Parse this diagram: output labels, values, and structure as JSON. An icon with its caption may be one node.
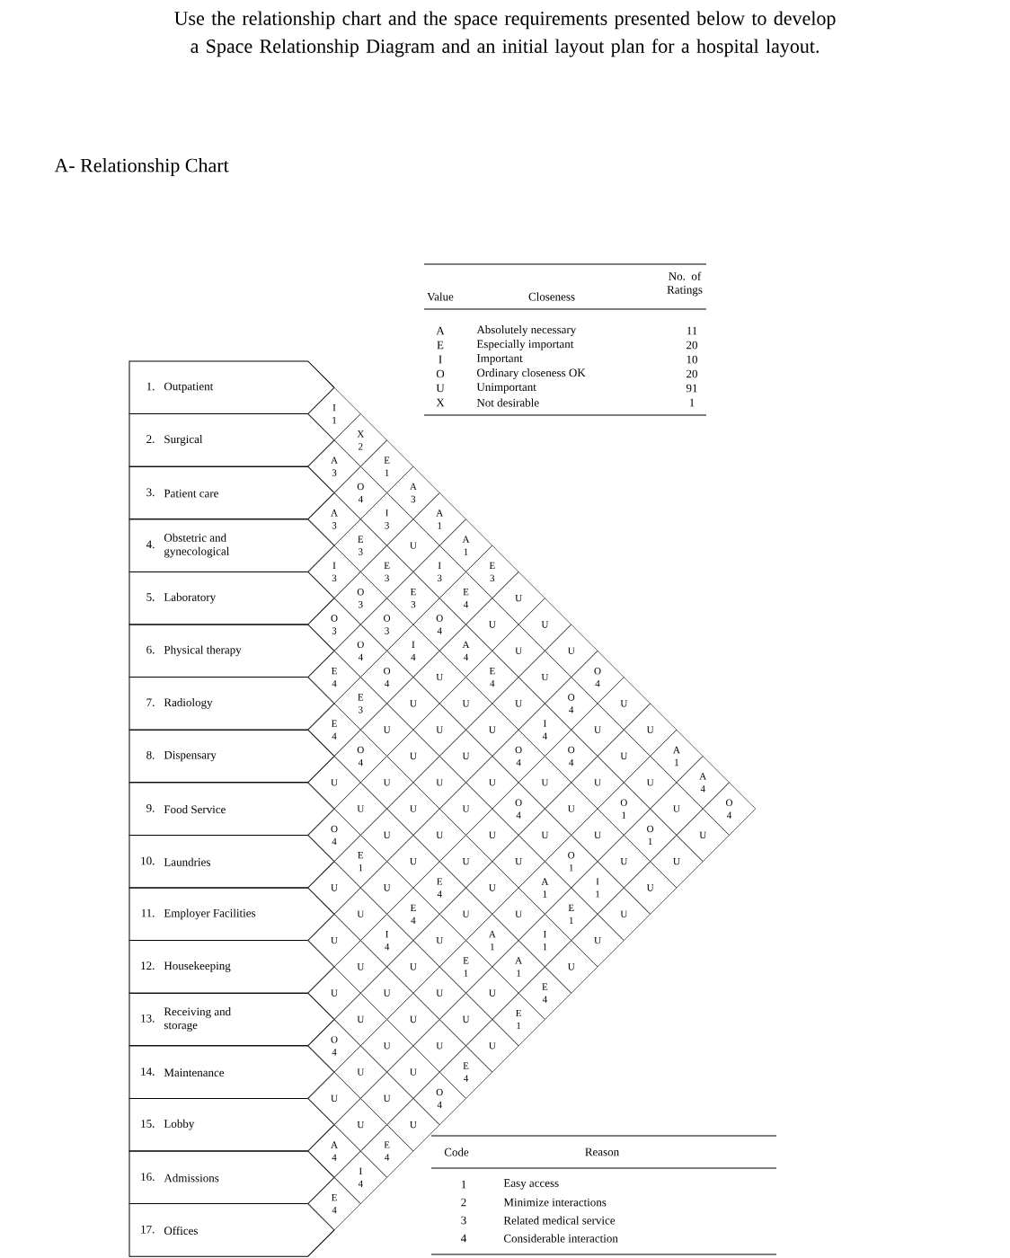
{
  "diagram": {
    "title": "Use the relationship chart and the space requirements presented below to develop a Space Relationship Diagram and an initial layout plan for a hospital layout.",
    "nodes": [
      {
        "text": [
          "1.",
          "Outpatient"
        ]
      },
      {
        "text": [
          "2.",
          "Surgical"
        ]
      },
      {
        "text": [
          "3.",
          "Patient care"
        ]
      },
      {
        "text": [
          "4.",
          "Obstetric and gynecological"
        ]
      },
      {
        "text": [
          "5.",
          "Laboratory"
        ]
      },
      {
        "text": [
          "6.",
          "Physical therapy"
        ]
      },
      {
        "text": [
          "7.",
          "Radiology"
        ]
      },
      {
        "text": [
          "8.",
          "Dispensary"
        ]
      },
      {
        "text": [
          "9.",
          "Food Service"
        ]
      },
      {
        "text": [
          "10.",
          "Laundries"
        ]
      },
      {
        "text": [
          "11.",
          "Employer Facilities"
        ]
      },
      {
        "text": [
          "12.",
          "Housekeeping"
        ]
      },
      {
        "text": [
          "13.",
          "Receiving and storage"
        ]
      },
      {
        "text": [
          "14.",
          "Maintenance"
        ]
      },
      {
        "text": [
          "15.",
          "Lobby"
        ]
      },
      {
        "text": [
          "16.",
          "Admissions"
        ]
      },
      {
        "text": [
          "17.",
          "Offices"
        ]
      },
      {
        "text": [
          "I",
          "1"
        ]
      },
      {
        "text": [
          "X",
          "2"
        ]
      },
      {
        "text": [
          "E",
          "1"
        ]
      },
      {
        "text": [
          "A",
          "3"
        ]
      },
      {
        "text": [
          "A",
          "1"
        ]
      },
      {
        "text": [
          "A",
          "1"
        ]
      },
      {
        "text": [
          "E",
          "3"
        ]
      },
      {
        "text": [
          "U"
        ]
      },
      {
        "text": [
          "U"
        ]
      },
      {
        "text": [
          "U"
        ]
      },
      {
        "text": [
          "O",
          "4"
        ]
      },
      {
        "text": [
          "U"
        ]
      },
      {
        "text": [
          "U"
        ]
      },
      {
        "text": [
          "A",
          "1"
        ]
      },
      {
        "text": [
          "A",
          "4"
        ]
      },
      {
        "text": [
          "O",
          "4"
        ]
      },
      {
        "text": [
          "A",
          "3"
        ]
      },
      {
        "text": [
          "O",
          "4"
        ]
      },
      {
        "text": [
          "I",
          "3"
        ]
      },
      {
        "text": [
          "U"
        ]
      },
      {
        "text": [
          "I",
          "3"
        ]
      },
      {
        "text": [
          "E",
          "4"
        ]
      },
      {
        "text": [
          "U"
        ]
      },
      {
        "text": [
          "U"
        ]
      },
      {
        "text": [
          "U"
        ]
      },
      {
        "text": [
          "O",
          "4"
        ]
      },
      {
        "text": [
          "U"
        ]
      },
      {
        "text": [
          "U"
        ]
      },
      {
        "text": [
          "U"
        ]
      },
      {
        "text": [
          "U"
        ]
      },
      {
        "text": [
          "U"
        ]
      },
      {
        "text": [
          "A",
          "3"
        ]
      },
      {
        "text": [
          "E",
          "3"
        ]
      },
      {
        "text": [
          "E",
          "3"
        ]
      },
      {
        "text": [
          "E",
          "3"
        ]
      },
      {
        "text": [
          "O",
          "4"
        ]
      },
      {
        "text": [
          "A",
          "4"
        ]
      },
      {
        "text": [
          "E",
          "4"
        ]
      },
      {
        "text": [
          "U"
        ]
      },
      {
        "text": [
          "I",
          "4"
        ]
      },
      {
        "text": [
          "O",
          "4"
        ]
      },
      {
        "text": [
          "U"
        ]
      },
      {
        "text": [
          "O",
          "1"
        ]
      },
      {
        "text": [
          "O",
          "1"
        ]
      },
      {
        "text": [
          "U"
        ]
      },
      {
        "text": [
          "I",
          "3"
        ]
      },
      {
        "text": [
          "O",
          "3"
        ]
      },
      {
        "text": [
          "O",
          "3"
        ]
      },
      {
        "text": [
          "I",
          "4"
        ]
      },
      {
        "text": [
          "U"
        ]
      },
      {
        "text": [
          "U"
        ]
      },
      {
        "text": [
          "U"
        ]
      },
      {
        "text": [
          "O",
          "4"
        ]
      },
      {
        "text": [
          "U"
        ]
      },
      {
        "text": [
          "U"
        ]
      },
      {
        "text": [
          "U"
        ]
      },
      {
        "text": [
          "U"
        ]
      },
      {
        "text": [
          "U"
        ]
      },
      {
        "text": [
          "O",
          "3"
        ]
      },
      {
        "text": [
          "O",
          "4"
        ]
      },
      {
        "text": [
          "O",
          "4"
        ]
      },
      {
        "text": [
          "U"
        ]
      },
      {
        "text": [
          "U"
        ]
      },
      {
        "text": [
          "U"
        ]
      },
      {
        "text": [
          "U"
        ]
      },
      {
        "text": [
          "O",
          "4"
        ]
      },
      {
        "text": [
          "U"
        ]
      },
      {
        "text": [
          "O",
          "1"
        ]
      },
      {
        "text": [
          "I",
          "1"
        ]
      },
      {
        "text": [
          "U"
        ]
      },
      {
        "text": [
          "E",
          "4"
        ]
      },
      {
        "text": [
          "E",
          "3"
        ]
      },
      {
        "text": [
          "U"
        ]
      },
      {
        "text": [
          "U"
        ]
      },
      {
        "text": [
          "U"
        ]
      },
      {
        "text": [
          "U"
        ]
      },
      {
        "text": [
          "U"
        ]
      },
      {
        "text": [
          "U"
        ]
      },
      {
        "text": [
          "A",
          "1"
        ]
      },
      {
        "text": [
          "E",
          "1"
        ]
      },
      {
        "text": [
          "U"
        ]
      },
      {
        "text": [
          "E",
          "4"
        ]
      },
      {
        "text": [
          "O",
          "4"
        ]
      },
      {
        "text": [
          "U"
        ]
      },
      {
        "text": [
          "U"
        ]
      },
      {
        "text": [
          "U"
        ]
      },
      {
        "text": [
          "U"
        ]
      },
      {
        "text": [
          "U"
        ]
      },
      {
        "text": [
          "U"
        ]
      },
      {
        "text": [
          "I",
          "1"
        ]
      },
      {
        "text": [
          "U"
        ]
      },
      {
        "text": [
          "U"
        ]
      },
      {
        "text": [
          "U"
        ]
      },
      {
        "text": [
          "U"
        ]
      },
      {
        "text": [
          "U"
        ]
      },
      {
        "text": [
          "E",
          "4"
        ]
      },
      {
        "text": [
          "U"
        ]
      },
      {
        "text": [
          "A",
          "1"
        ]
      },
      {
        "text": [
          "A",
          "1"
        ]
      },
      {
        "text": [
          "E",
          "4"
        ]
      },
      {
        "text": [
          "O",
          "4"
        ]
      },
      {
        "text": [
          "E",
          "1"
        ]
      },
      {
        "text": [
          "U"
        ]
      },
      {
        "text": [
          "E",
          "4"
        ]
      },
      {
        "text": [
          "U"
        ]
      },
      {
        "text": [
          "E",
          "1"
        ]
      },
      {
        "text": [
          "U"
        ]
      },
      {
        "text": [
          "E",
          "1"
        ]
      },
      {
        "text": [
          "U"
        ]
      },
      {
        "text": [
          "U"
        ]
      },
      {
        "text": [
          "I",
          "4"
        ]
      },
      {
        "text": [
          "U"
        ]
      },
      {
        "text": [
          "U"
        ]
      },
      {
        "text": [
          "U"
        ]
      },
      {
        "text": [
          "U"
        ]
      },
      {
        "text": [
          "U"
        ]
      },
      {
        "text": [
          "U"
        ]
      },
      {
        "text": [
          "U"
        ]
      },
      {
        "text": [
          "U"
        ]
      },
      {
        "text": [
          "U"
        ]
      },
      {
        "text": [
          "E",
          "4"
        ]
      },
      {
        "text": [
          "U"
        ]
      },
      {
        "text": [
          "U"
        ]
      },
      {
        "text": [
          "U"
        ]
      },
      {
        "text": [
          "U"
        ]
      },
      {
        "text": [
          "O",
          "4"
        ]
      },
      {
        "text": [
          "O",
          "4"
        ]
      },
      {
        "text": [
          "U"
        ]
      },
      {
        "text": [
          "U"
        ]
      },
      {
        "text": [
          "U"
        ]
      },
      {
        "text": [
          "U"
        ]
      },
      {
        "text": [
          "U"
        ]
      },
      {
        "text": [
          "E",
          "4"
        ]
      },
      {
        "text": [
          "A",
          "4"
        ]
      },
      {
        "text": [
          "I",
          "4"
        ]
      },
      {
        "text": [
          "E",
          "4"
        ]
      }
    ],
    "labels": [
      "A- Relationship Chart",
      "Value",
      "Closeness",
      "No. of Ratings",
      "A",
      "Absolutely necessary",
      "11",
      "E",
      "Especially important",
      "20",
      "I",
      "Important",
      "10",
      "O",
      "Ordinary closeness OK",
      "20",
      "U",
      "Unimportant",
      "91",
      "X",
      "Not desirable",
      "1",
      "Code",
      "Reason",
      "1",
      "Easy access",
      "2",
      "Minimize interactions",
      "3",
      "Related medical service",
      "4",
      "Considerable interaction"
    ]
  }
}
